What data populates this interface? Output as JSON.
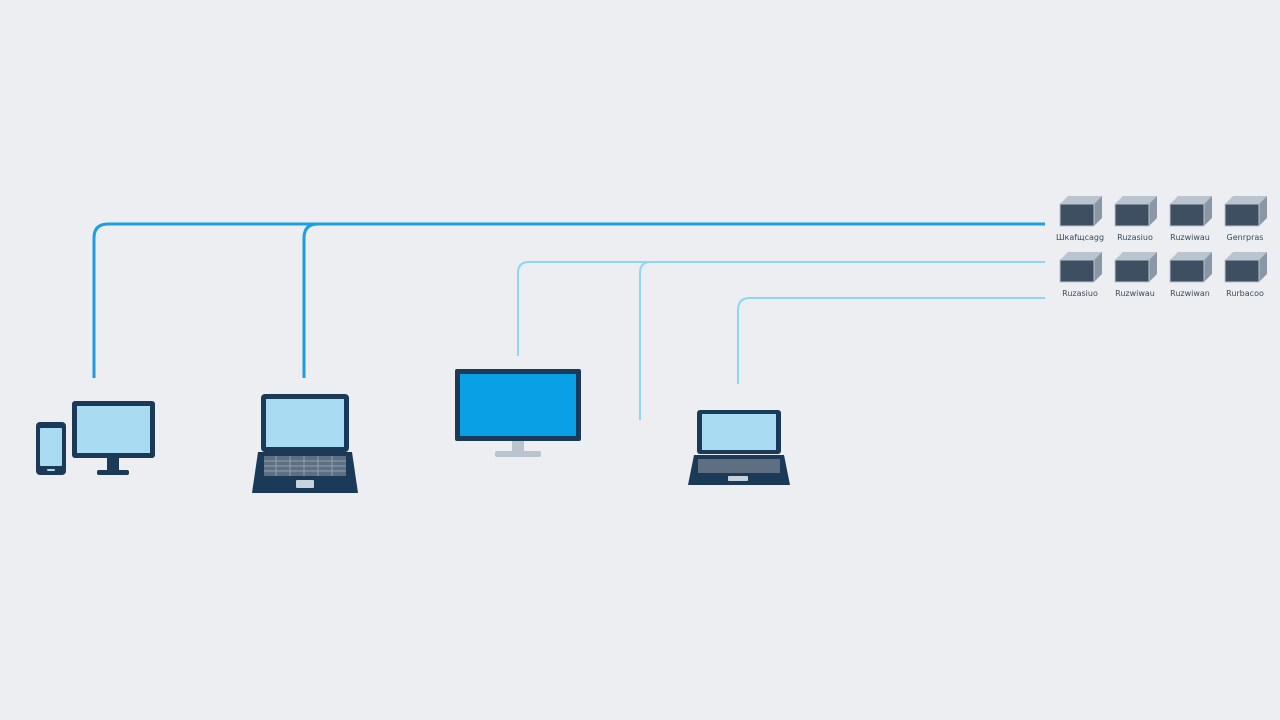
{
  "colors": {
    "background": "#eceef1",
    "link_primary": "#1e9ee0",
    "link_secondary": "#8fd6f0",
    "device_dark": "#1b3a57",
    "screen_light": "#a9dcf2",
    "screen_bright": "#0aa0e6",
    "server_face": "#3e4f61",
    "server_top": "#b9c4ce"
  },
  "devices": [
    {
      "name": "phone-and-desktop",
      "icon": "phone-desktop-icon"
    },
    {
      "name": "laptop-1",
      "icon": "laptop-icon"
    },
    {
      "name": "monitor",
      "icon": "monitor-icon"
    },
    {
      "name": "laptop-2",
      "icon": "laptop-icon"
    }
  ],
  "server_rows": [
    {
      "labels": [
        "Шкаfщcagg",
        "Ruzasiuo",
        "Ruzwiwau",
        "Genrpras"
      ]
    },
    {
      "labels": [
        "Ruzasiuo",
        "Ruzwiwau",
        "Ruzwiwan",
        "Rurbacoo"
      ]
    }
  ]
}
